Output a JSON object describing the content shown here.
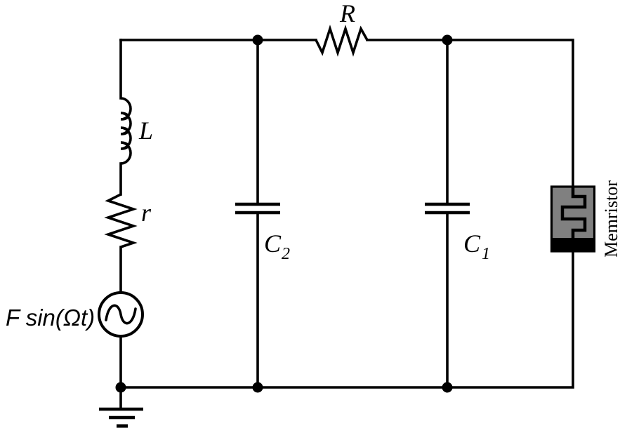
{
  "title": "Memristor oscillator circuit schematic",
  "colors": {
    "wire": "#000000",
    "background": "#ffffff",
    "memristor_fill": "#808080",
    "memristor_contact": "#000000"
  },
  "labels": {
    "series_resistor": "R",
    "inductor": "L",
    "internal_resistor": "r",
    "capacitor2": {
      "base": "C",
      "sub": "2"
    },
    "capacitor1": {
      "base": "C",
      "sub": "1"
    },
    "source": "F sin(Ωt)",
    "memristor": "Memristor"
  },
  "components": [
    {
      "type": "ac-voltage-source",
      "label": "F sin(Ωt)"
    },
    {
      "type": "inductor",
      "label": "L"
    },
    {
      "type": "resistor",
      "label": "r"
    },
    {
      "type": "resistor",
      "label": "R"
    },
    {
      "type": "capacitor",
      "label": "C2"
    },
    {
      "type": "capacitor",
      "label": "C1"
    },
    {
      "type": "memristor",
      "label": "Memristor"
    },
    {
      "type": "ground",
      "label": ""
    }
  ]
}
